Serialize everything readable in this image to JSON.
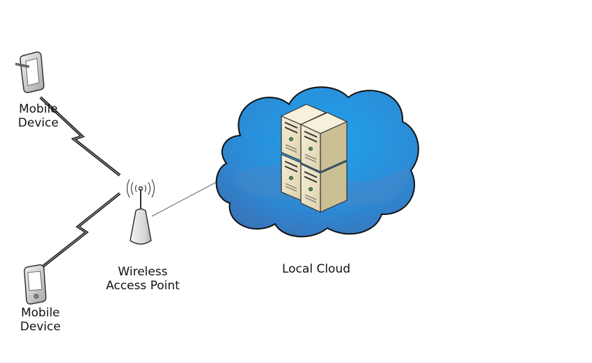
{
  "nodes": {
    "mobile_top": {
      "line1": "Mobile",
      "line2": "Device"
    },
    "mobile_bottom": {
      "line1": "Mobile",
      "line2": "Device"
    },
    "access_point": {
      "line1": "Wireless",
      "line2": "Access Point"
    },
    "cloud": {
      "label": "Local Cloud"
    }
  },
  "icons": {
    "mobile_top": "tablet-stylus-icon",
    "mobile_bottom": "pda-icon",
    "access_point": "wireless-access-point-icon",
    "cloud": "cloud-icon",
    "servers": "server-tower-icon",
    "links": "lightning-bolt-icon"
  },
  "colors": {
    "cloud_light": "#3aa8e8",
    "cloud_dark": "#2f7fc6",
    "server_face": "#efe6c8",
    "server_side": "#c9bd92",
    "device_body": "#d9d9d9",
    "link_line": "#555555",
    "bolt": "#111111"
  }
}
